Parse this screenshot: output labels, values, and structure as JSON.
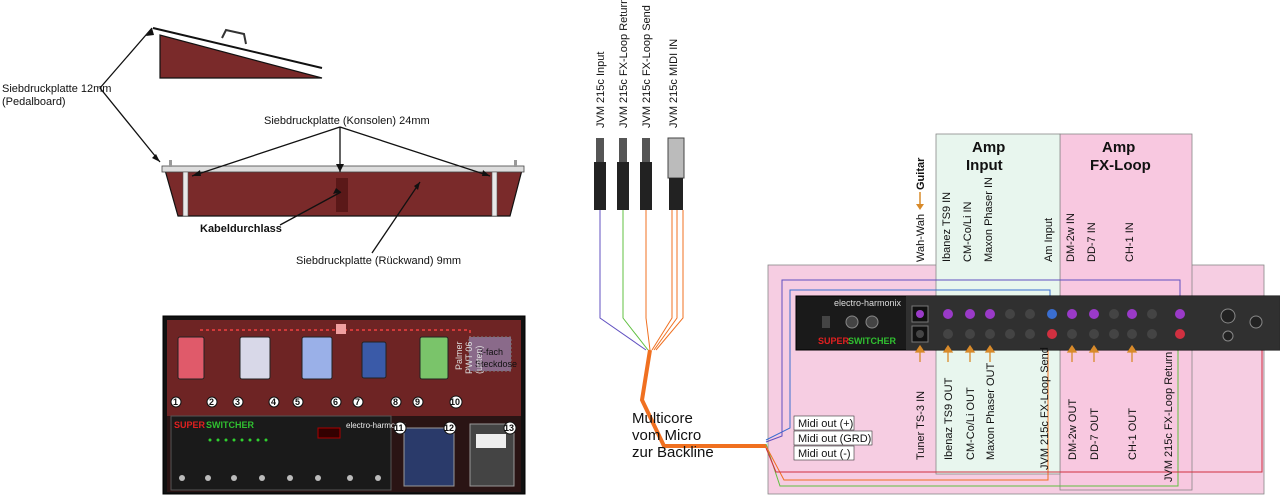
{
  "pedalboard_top": {
    "label_pedalboard_line1": "Siebdruckplatte 12mm",
    "label_pedalboard_line2": "(Pedalboard)",
    "label_konsolen": "Siebdruckplatte (Konsolen) 24mm",
    "label_kabel": "Kabeldurchlass",
    "label_rueckwand": "Siebdruckplatte (Rückwand) 9mm"
  },
  "pedals": {
    "numbers": [
      "1",
      "2",
      "3",
      "4",
      "5",
      "6",
      "7",
      "8",
      "9",
      "10",
      "11",
      "12",
      "13"
    ],
    "box_label_line1": "2-fach",
    "box_label_line2": "Steckdose",
    "power_label_line1": "Palmer",
    "power_label_line2": "PWT 06",
    "power_label_line3": "(unten)",
    "superswitcher_super": "SUPER",
    "superswitcher_switcher": "SWITCHER",
    "ehx_brand": "electro-harmonix"
  },
  "jvm_connectors": [
    "JVM 215c Input",
    "JVM 215c FX-Loop Return",
    "JVM 215c FX-Loop Send",
    "JVM 215c MIDI IN"
  ],
  "multicore": {
    "line1": "Multicore",
    "line2": "vom Micro",
    "line3": "zur Backline"
  },
  "midi": [
    "Midi out (+)",
    "Midi out (GRD)",
    "Midi out (-)"
  ],
  "zones": {
    "amp_input_line1": "Amp",
    "amp_input_line2": "Input",
    "amp_fx_line1": "Amp",
    "amp_fx_line2": "FX-Loop"
  },
  "guitar": "Guitar",
  "top_labels": [
    "Wah-Wah",
    "Ibanez TS9 IN",
    "CM-Co/Li IN",
    "Maxon Phaser IN",
    "Am Input",
    "DM-2w IN",
    "DD-7 IN",
    "CH-1 IN"
  ],
  "bottom_labels": [
    "Tuner TS-3 IN",
    "Ibenaz TS9 OUT",
    "CM-Co/Li OUT",
    "Maxon Phaser OUT",
    "JVM 215c FX-Loop Send",
    "DM-2w OUT",
    "DD-7 OUT",
    "CH-1 OUT",
    "JVM 215c FX-Loop Return"
  ],
  "rack": {
    "brand": "electro-harmonix",
    "super": "SUPER",
    "switcher": "SWITCHER"
  },
  "colors": {
    "wood": "#7a2a2a",
    "orange_cable": "#f07020",
    "amp_input_zone": "#e8f6ee",
    "amp_fx_zone": "#f8c8e0",
    "outer_zone": "#f6cde2",
    "purple_jack": "#9a3ac8",
    "blue_jack": "#3a6ed0"
  }
}
